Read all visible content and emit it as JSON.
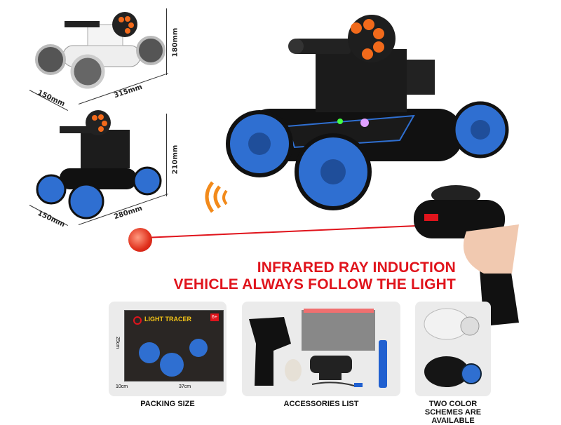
{
  "dimensions": {
    "white_car": {
      "height": "180mm",
      "width": "150mm",
      "length": "315mm"
    },
    "blue_car": {
      "height": "210mm",
      "width": "150mm",
      "length": "280mm"
    }
  },
  "headline": {
    "line1": "INFRARED RAY INDUCTION",
    "line2": "VEHICLE ALWAYS FOLLOW THE LIGHT"
  },
  "panels": {
    "packing": {
      "caption": "PACKING SIZE",
      "box_title": "LIGHT TRACER",
      "age_badge": "6+",
      "height": "25cm",
      "depth": "10cm",
      "width": "37cm"
    },
    "accessories": {
      "caption": "ACCESSORIES LIST"
    },
    "colors": {
      "caption": "TWO COLOR SCHEMES ARE AVAILABLE"
    }
  },
  "colors": {
    "accent_red": "#e0141c",
    "wheel_blue": "#2f6fd1",
    "dart_orange": "#f26a1b",
    "body_black": "#141414"
  }
}
